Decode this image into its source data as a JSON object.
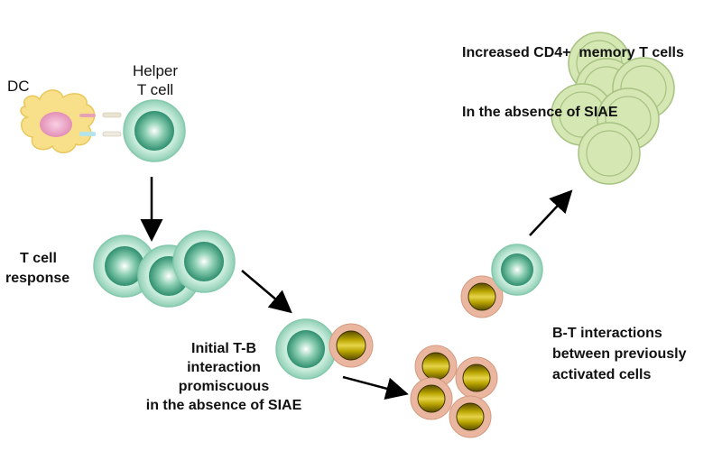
{
  "labels": {
    "dc": "DC",
    "helper_t_cell": [
      "Helper",
      "T cell"
    ],
    "t_cell_response": [
      "T cell",
      "response"
    ],
    "initial_tb": [
      "Initial T-B",
      "interaction",
      "promiscuous",
      "in the absence of SIAE"
    ],
    "bt_interactions": [
      "B-T interactions",
      "between previously",
      "activated cells"
    ],
    "increased_memory": [
      "Increased CD4+  memory T cells",
      "In the absence of SIAE"
    ]
  },
  "colors": {
    "t_cell_outer": "#b9e3d2",
    "t_cell_outer_stroke": "#7cc3a8",
    "t_cell_inner": "#3c9c7d",
    "t_cell_inner_light": "#ffffff",
    "b_cell_outer": "#e8b39c",
    "b_cell_inner": "#c7b200",
    "b_cell_inner_dark": "#6e5e00",
    "memory_cell_fill": "#d3e5b0",
    "memory_cell_stroke": "#a4c080",
    "dc_body": "#f7df85",
    "dc_nucleus": "#f0a6c8",
    "arrow": "#000000"
  }
}
